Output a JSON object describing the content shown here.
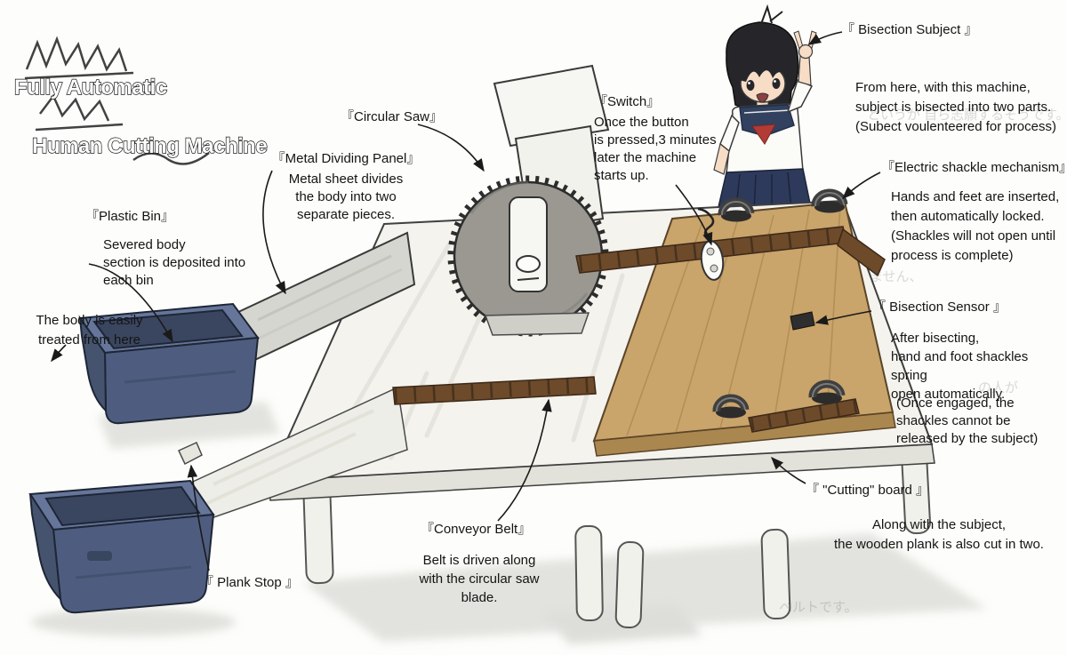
{
  "title": {
    "line1": "Fully Automatic",
    "line2": "Human Cutting Machine"
  },
  "annotations": {
    "circular_saw": {
      "label": "『Circular Saw』"
    },
    "metal_dividing_panel": {
      "label": "『Metal Dividing Panel』",
      "body": "Metal sheet divides\nthe body into two\nseparate pieces."
    },
    "switch": {
      "label": "『Switch』",
      "body": "Once the button\nis pressed,3 minutes\nlater the machine\nstarts up."
    },
    "bisection_subject": {
      "label": "『 Bisection Subject 』",
      "body": "From here, with this machine,\nsubject is bisected into two parts.\n(Subect voulenteered for process)"
    },
    "electric_shackle_mechanism": {
      "label": "『Electric shackle mechanism』",
      "body": "Hands and feet are inserted,\nthen automatically locked.\n(Shackles will not open until\nprocess is complete)"
    },
    "bisection_sensor": {
      "label": "『 Bisection Sensor 』",
      "body": "After bisecting,\nhand and foot shackles spring\nopen automatically.",
      "body2": "(Once engaged, the\nshackles cannot be\nreleased by the subject)"
    },
    "plastic_bin": {
      "label": "『Plastic Bin』",
      "body": "Severed body\nsection is deposited into\neach bin",
      "body2": "The body is easily\ntreated from here"
    },
    "cutting_board": {
      "label": "『 \"Cutting\" board 』",
      "body": "Along with the subject,\nthe wooden plank is also cut in two."
    },
    "conveyor_belt": {
      "label": "『Conveyor Belt』",
      "body": "Belt is driven along\nwith the circular saw\nblade."
    },
    "plank_stop": {
      "label": "『 Plank Stop 』"
    }
  },
  "background_japanese": {
    "jp1": "というが 自ら志願するそうです。",
    "jp2": "ません、",
    "jp3": "の人が",
    "jp4": "ベルトです。"
  },
  "colors": {
    "bin_navy": "#4e5d7f",
    "plank_tan": "#c9a46b",
    "belt_brown": "#6d4a2a",
    "saw_gray": "#9b9892",
    "uniform_navy": "#2e3a5c",
    "scarf_red": "#b23b35",
    "outline_ink": "#1a1a1a"
  }
}
